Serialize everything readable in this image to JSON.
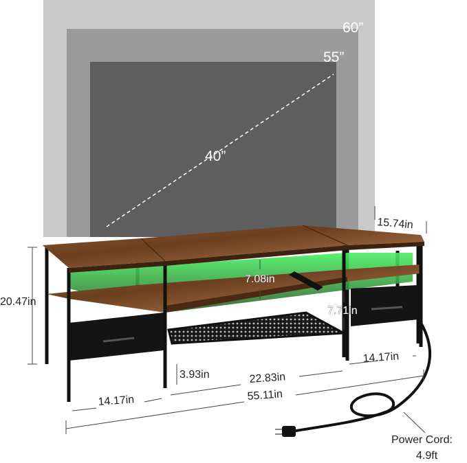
{
  "tv_sizes": {
    "large": "60”",
    "medium": "55”",
    "small": "40”"
  },
  "dimensions": {
    "depth": "15.74in",
    "height": "20.47in",
    "open_shelf_height": "7.08in",
    "mesh_shelf_clearance": "7.71in",
    "leg_height": "3.93in",
    "middle_width": "22.83in",
    "right_drawer_width": "14.17in",
    "left_drawer_width": "14.17in",
    "total_width": "55.11in"
  },
  "power_cord": {
    "label": "Power Cord:",
    "length": "4.9ft"
  },
  "colors": {
    "wood": "#7a4a25",
    "led": "#3fe05a",
    "metal": "#111111"
  }
}
